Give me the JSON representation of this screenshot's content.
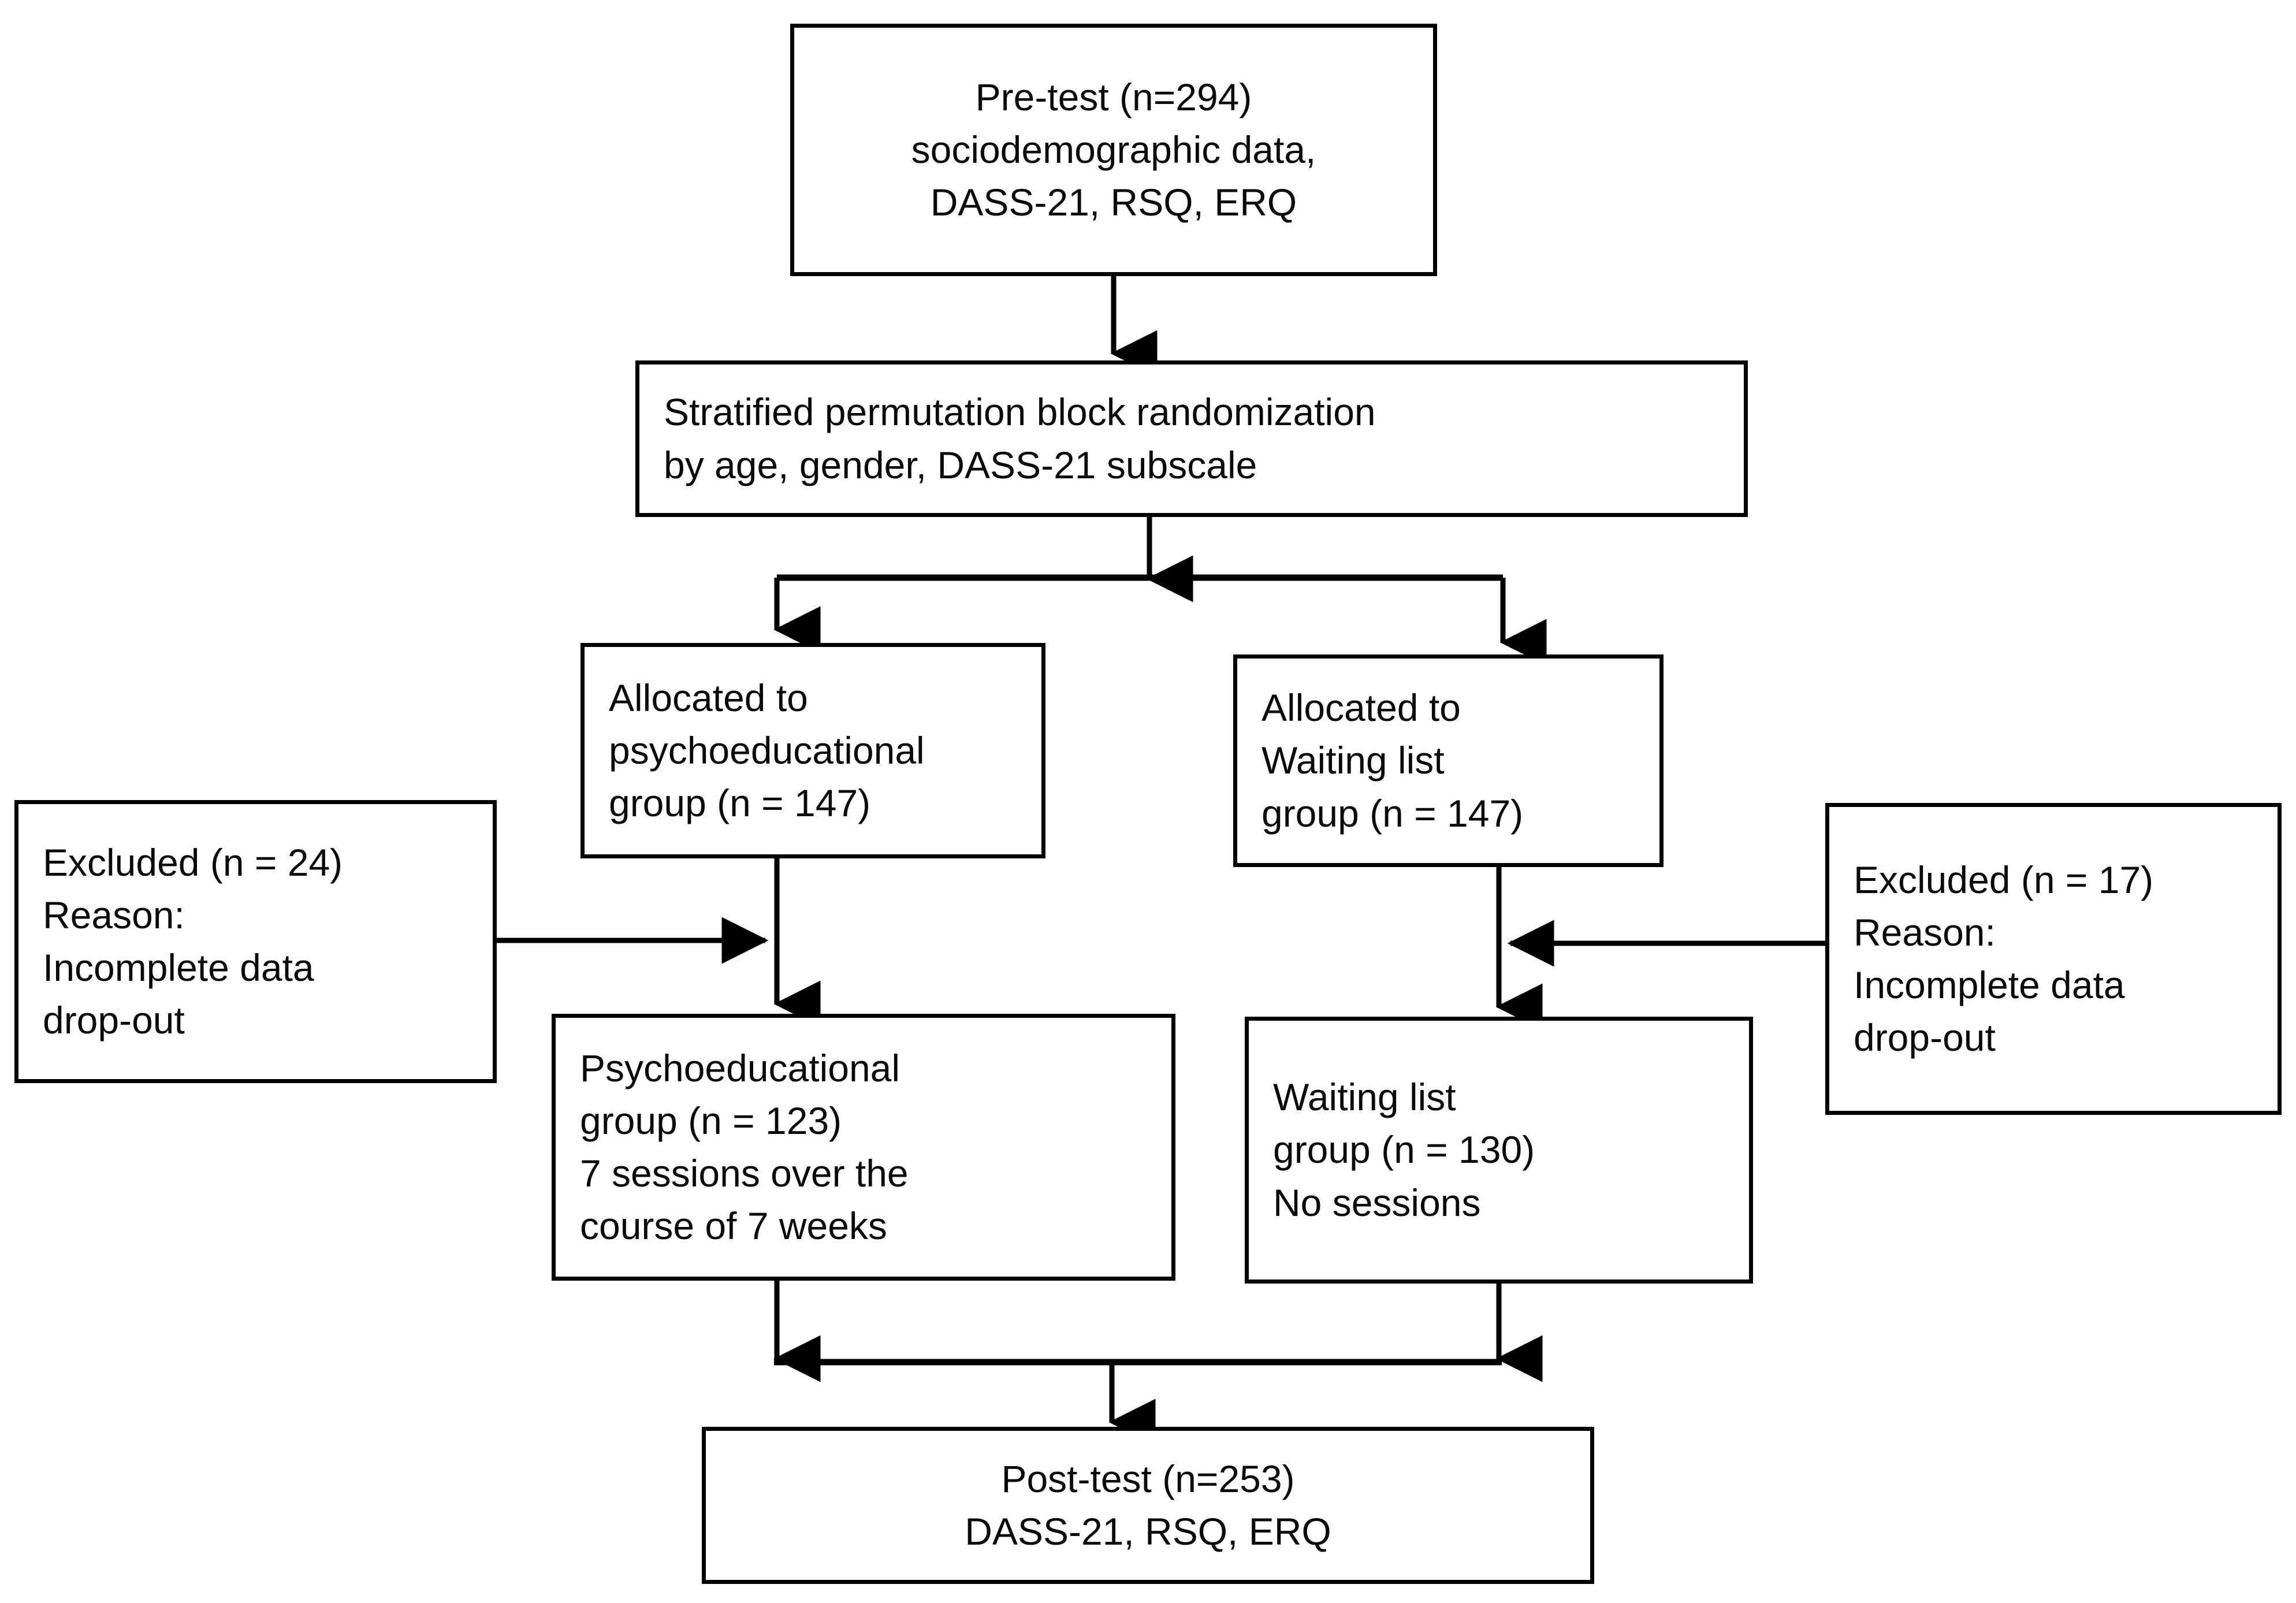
{
  "diagram": {
    "title": "CONSORT participant flow diagram",
    "stroke_color": "#000000",
    "text_color": "#0a0a0a",
    "background": "#ffffff"
  },
  "nodes": {
    "pretest": {
      "name": "pre-test",
      "align": "center",
      "lines": [
        "Pre-test (n=294)",
        "sociodemographic data,",
        "DASS-21, RSQ, ERQ"
      ]
    },
    "randomization": {
      "name": "randomization",
      "align": "left",
      "lines": [
        "Stratified permutation block randomization",
        "by age, gender, DASS-21 subscale"
      ]
    },
    "alloc_psycho": {
      "name": "allocated-psychoeducational",
      "align": "left",
      "lines": [
        "Allocated to",
        "psychoeducational",
        "group (n = 147)"
      ]
    },
    "alloc_waiting": {
      "name": "allocated-waiting-list",
      "align": "left",
      "lines": [
        "Allocated to",
        "Waiting list",
        "group (n = 147)"
      ]
    },
    "excluded_left": {
      "name": "excluded-psychoeducational",
      "align": "left",
      "lines": [
        "Excluded (n = 24)",
        "Reason:",
        "Incomplete data",
        "drop-out"
      ]
    },
    "excluded_right": {
      "name": "excluded-waiting-list",
      "align": "left",
      "lines": [
        "Excluded (n = 17)",
        "Reason:",
        "Incomplete data",
        "drop-out"
      ]
    },
    "group_psycho": {
      "name": "psychoeducational-group",
      "align": "left",
      "lines": [
        "Psychoeducational",
        "group (n = 123)",
        "7 sessions over the",
        "course of 7 weeks"
      ]
    },
    "group_waiting": {
      "name": "waiting-list-group",
      "align": "left",
      "lines": [
        "Waiting list",
        "group (n = 130)",
        "No sessions"
      ]
    },
    "posttest": {
      "name": "post-test",
      "align": "center",
      "lines": [
        "Post-test (n=253)",
        "DASS-21, RSQ, ERQ"
      ]
    }
  },
  "connectors": [
    {
      "name": "pretest-to-randomization",
      "type": "arrow-down"
    },
    {
      "name": "randomization-split",
      "type": "split-down"
    },
    {
      "name": "alloc-psycho-to-group",
      "type": "arrow-down"
    },
    {
      "name": "alloc-waiting-to-group",
      "type": "arrow-down"
    },
    {
      "name": "excluded-left-to-psycho",
      "type": "arrow-right"
    },
    {
      "name": "excluded-right-to-waiting",
      "type": "arrow-left"
    },
    {
      "name": "groups-merge-to-posttest",
      "type": "merge-down"
    }
  ]
}
